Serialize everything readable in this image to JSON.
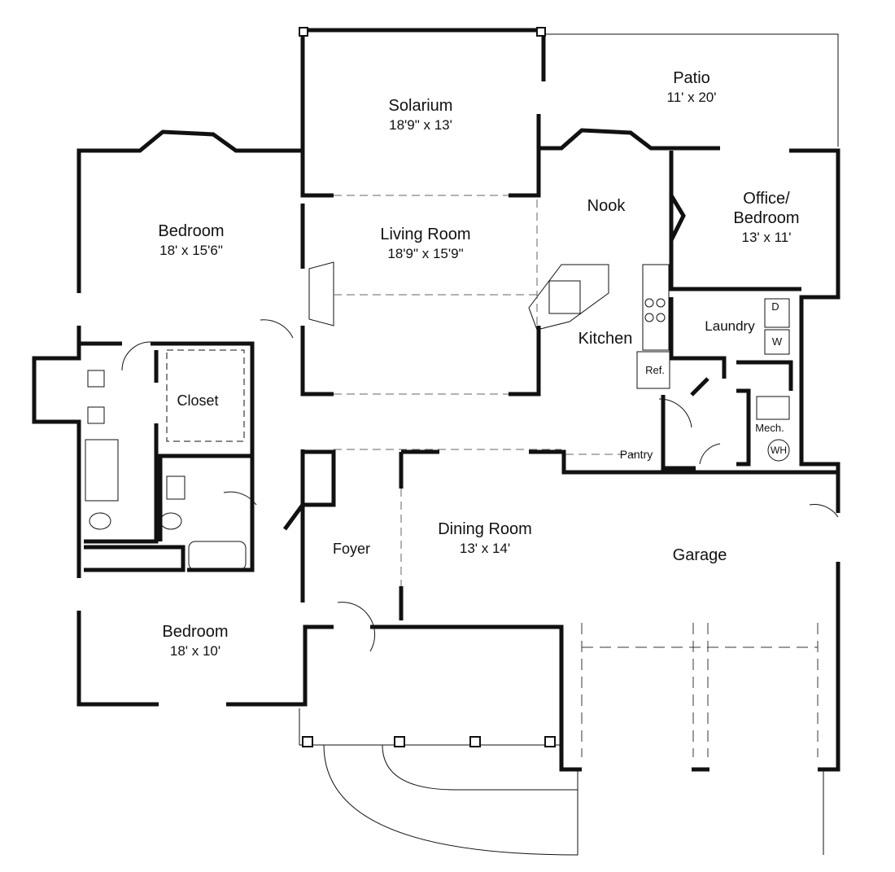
{
  "rooms": {
    "patio": {
      "name": "Patio",
      "dim": "11' x 20'"
    },
    "solarium": {
      "name": "Solarium",
      "dim": "18'9\" x 13'"
    },
    "bedroom_main": {
      "name": "Bedroom",
      "dim": "18' x 15'6\""
    },
    "living": {
      "name": "Living Room",
      "dim": "18'9\" x 15'9\""
    },
    "nook": {
      "name": "Nook"
    },
    "office": {
      "name_line1": "Office/",
      "name_line2": "Bedroom",
      "dim": "13' x 11'"
    },
    "kitchen": {
      "name": "Kitchen"
    },
    "laundry": {
      "name": "Laundry"
    },
    "closet": {
      "name": "Closet"
    },
    "mech": {
      "name": "Mech."
    },
    "pantry": {
      "name": "Pantry"
    },
    "foyer": {
      "name": "Foyer"
    },
    "dining": {
      "name": "Dining Room",
      "dim": "13' x 14'"
    },
    "garage": {
      "name": "Garage"
    },
    "bedroom_front": {
      "name": "Bedroom",
      "dim": "18' x 10'"
    }
  },
  "fixtures": {
    "dryer": "D",
    "washer": "W",
    "fridge": "Ref.",
    "water_heater": "WH"
  }
}
